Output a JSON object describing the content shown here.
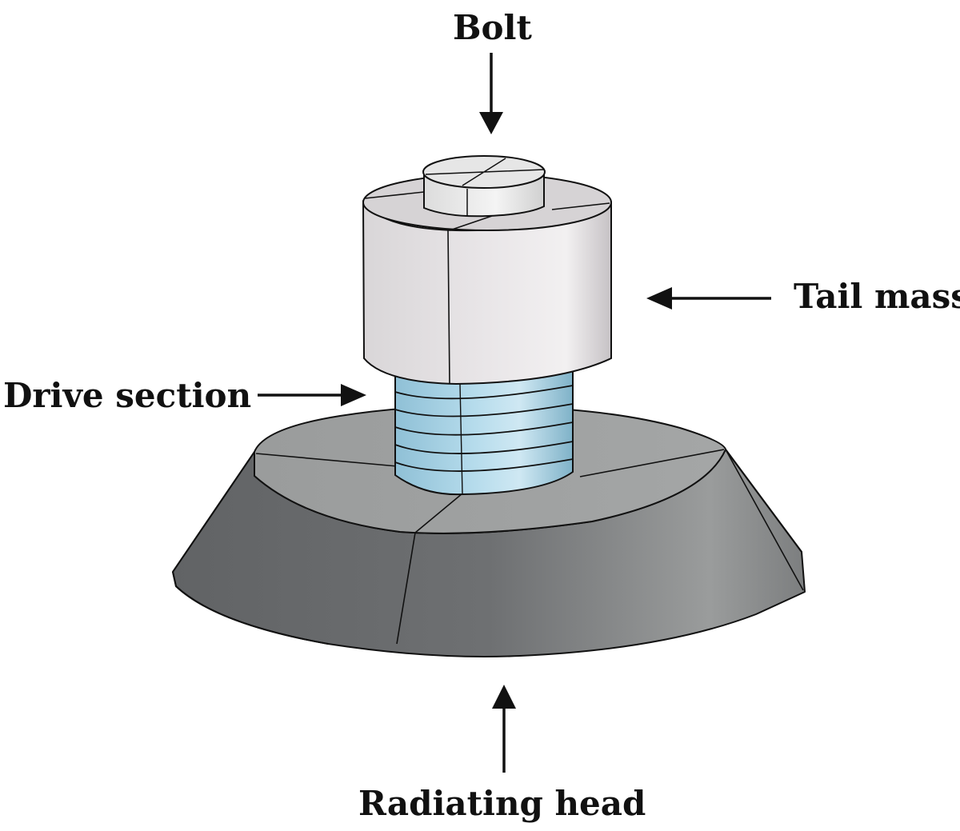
{
  "labels": {
    "bolt": "Bolt",
    "tail_mass": "Tail mass",
    "drive_section": "Drive section",
    "radiating_head": "Radiating head"
  },
  "colors": {
    "radiating_head_side": "#76787a",
    "radiating_head_top": "#9c9e9e",
    "drive_section": "#a6d3e6",
    "tail_mass": "#e2dfe1",
    "bolt": "#eeeeee",
    "arrow": "#111111"
  }
}
